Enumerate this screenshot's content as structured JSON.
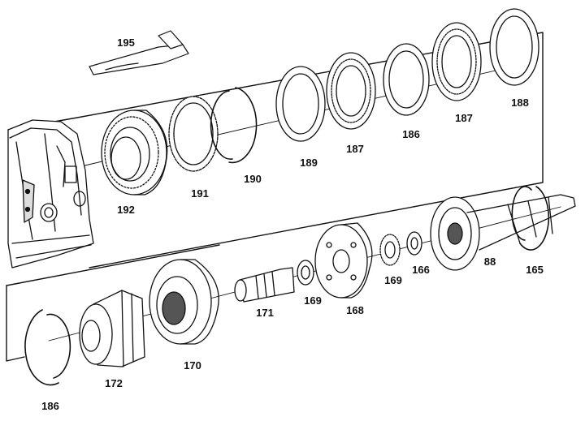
{
  "diagram": {
    "colors": {
      "line": "#111111",
      "fill": "#ffffff",
      "shade": "#555555",
      "background": "#ffffff"
    },
    "parts": [
      {
        "id": "p195",
        "label": "195",
        "icon": "plate-tool"
      },
      {
        "id": "p192",
        "label": "192",
        "icon": "clutch-drum"
      },
      {
        "id": "p191",
        "label": "191",
        "icon": "steel-disc"
      },
      {
        "id": "p190",
        "label": "190",
        "icon": "snap-ring"
      },
      {
        "id": "p189",
        "label": "189",
        "icon": "lined-disc"
      },
      {
        "id": "p187a",
        "label": "187",
        "icon": "friction-disc"
      },
      {
        "id": "p186a",
        "label": "186",
        "icon": "lined-disc"
      },
      {
        "id": "p187b",
        "label": "187",
        "icon": "friction-disc"
      },
      {
        "id": "p188",
        "label": "188",
        "icon": "lined-disc"
      },
      {
        "id": "p186b",
        "label": "186",
        "icon": "snap-ring"
      },
      {
        "id": "p172",
        "label": "172",
        "icon": "clutch-hub"
      },
      {
        "id": "p170",
        "label": "170",
        "icon": "ring-gear"
      },
      {
        "id": "p171",
        "label": "171",
        "icon": "sun-gear-shaft"
      },
      {
        "id": "p169a",
        "label": "169",
        "icon": "thrust-washer"
      },
      {
        "id": "p168",
        "label": "168",
        "icon": "planet-carrier"
      },
      {
        "id": "p169b",
        "label": "169",
        "icon": "needle-bearing"
      },
      {
        "id": "p166",
        "label": "166",
        "icon": "washer"
      },
      {
        "id": "p88",
        "label": "88",
        "icon": "output-shaft"
      },
      {
        "id": "p165",
        "label": "165",
        "icon": "snap-ring"
      }
    ]
  }
}
